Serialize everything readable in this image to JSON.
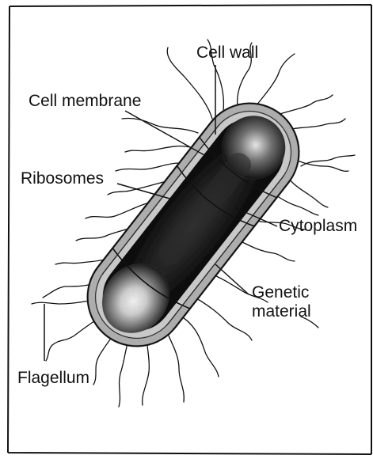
{
  "colors": {
    "ink": "#111111",
    "background": "#ffffff",
    "wall": "#9a9a9a",
    "membrane": "#c4c4c4",
    "cytoplasm": "#1e1e1e",
    "highlight": "#f2f2f2"
  },
  "labels": {
    "cell_wall": "Cell wall",
    "cell_membrane": "Cell membrane",
    "ribosomes": "Ribosomes",
    "cytoplasm": "Cytoplasm",
    "genetic_material_line1": "Genetic",
    "genetic_material_line2": "material",
    "flagellum": "Flagellum"
  }
}
